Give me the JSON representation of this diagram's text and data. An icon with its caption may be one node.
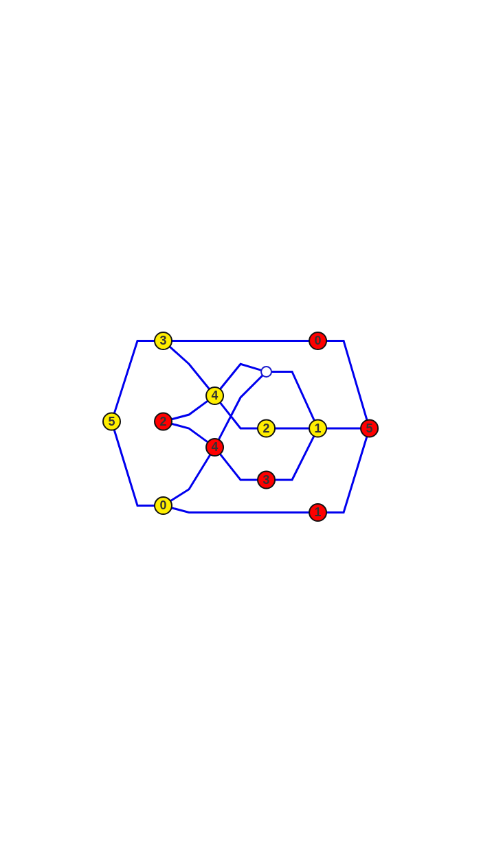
{
  "diagram": {
    "nodes": [
      {
        "text": [
          "5"
        ]
      },
      {
        "text": [
          "3"
        ]
      },
      {
        "text": [
          "2"
        ]
      },
      {
        "text": [
          "4"
        ]
      },
      {
        "text": [
          "0"
        ]
      },
      {
        "text": [
          "4"
        ]
      },
      {
        "text": [],
        "shape": "circle"
      },
      {
        "text": [
          "2"
        ]
      },
      {
        "text": [
          "0"
        ]
      },
      {
        "text": [
          "3"
        ]
      },
      {
        "text": [
          "1"
        ]
      },
      {
        "text": [
          "1"
        ]
      },
      {
        "text": [
          "5"
        ]
      }
    ],
    "edges": [
      {
        "from": 0,
        "to": 1,
        "arrow": "none"
      },
      {
        "from": 0,
        "to": 4,
        "arrow": "none"
      },
      {
        "from": 1,
        "to": 3,
        "arrow": "none"
      },
      {
        "from": 1,
        "to": 8,
        "arrow": "none"
      },
      {
        "from": 2,
        "to": 3,
        "arrow": "none"
      },
      {
        "from": 2,
        "to": 5,
        "arrow": "none"
      },
      {
        "from": 3,
        "to": 6,
        "arrow": "none"
      },
      {
        "from": 3,
        "to": 7,
        "arrow": "none"
      },
      {
        "from": 4,
        "to": 5,
        "arrow": "none"
      },
      {
        "from": 4,
        "to": 11,
        "arrow": "none"
      },
      {
        "from": 5,
        "to": 6,
        "arrow": "none"
      },
      {
        "from": 5,
        "to": 9,
        "arrow": "none"
      },
      {
        "from": 6,
        "to": 10,
        "arrow": "none"
      },
      {
        "from": 7,
        "to": 10,
        "arrow": "none"
      },
      {
        "from": 8,
        "to": 12,
        "arrow": "none"
      },
      {
        "from": 9,
        "to": 10,
        "arrow": "none"
      },
      {
        "from": 10,
        "to": 12,
        "arrow": "none"
      },
      {
        "from": 11,
        "to": 12,
        "arrow": "none"
      }
    ]
  }
}
